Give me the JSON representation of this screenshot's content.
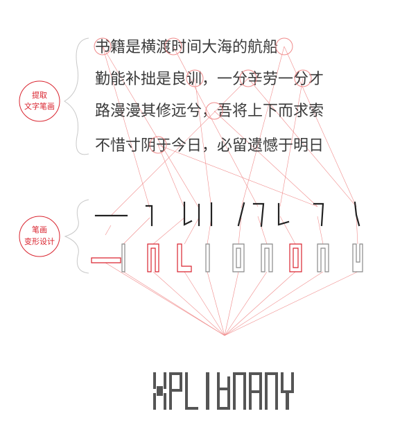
{
  "colors": {
    "accent": "#d9232e",
    "guide": "#f08a8a",
    "text": "#3a3a3a",
    "stroke": "#222222",
    "gray": "#888888",
    "brace": "#c8c8c8"
  },
  "labels": {
    "extract": [
      "提取",
      "文字笔画"
    ],
    "transform": [
      "笔画",
      "变形设计"
    ]
  },
  "poem_lines": [
    "书籍是横渡时间大海的航船",
    "勤能补拙是良训，一分辛劳一分才",
    "路漫漫其修远兮，吾将上下而求索",
    "不惜寸阴于今日，必留遗憾于明日"
  ],
  "highlighted_chars": [
    "书",
    "渡",
    "航",
    "良",
    "一",
    "劳",
    "兮",
    "阴"
  ],
  "logo_text": "XPLIBRARY"
}
